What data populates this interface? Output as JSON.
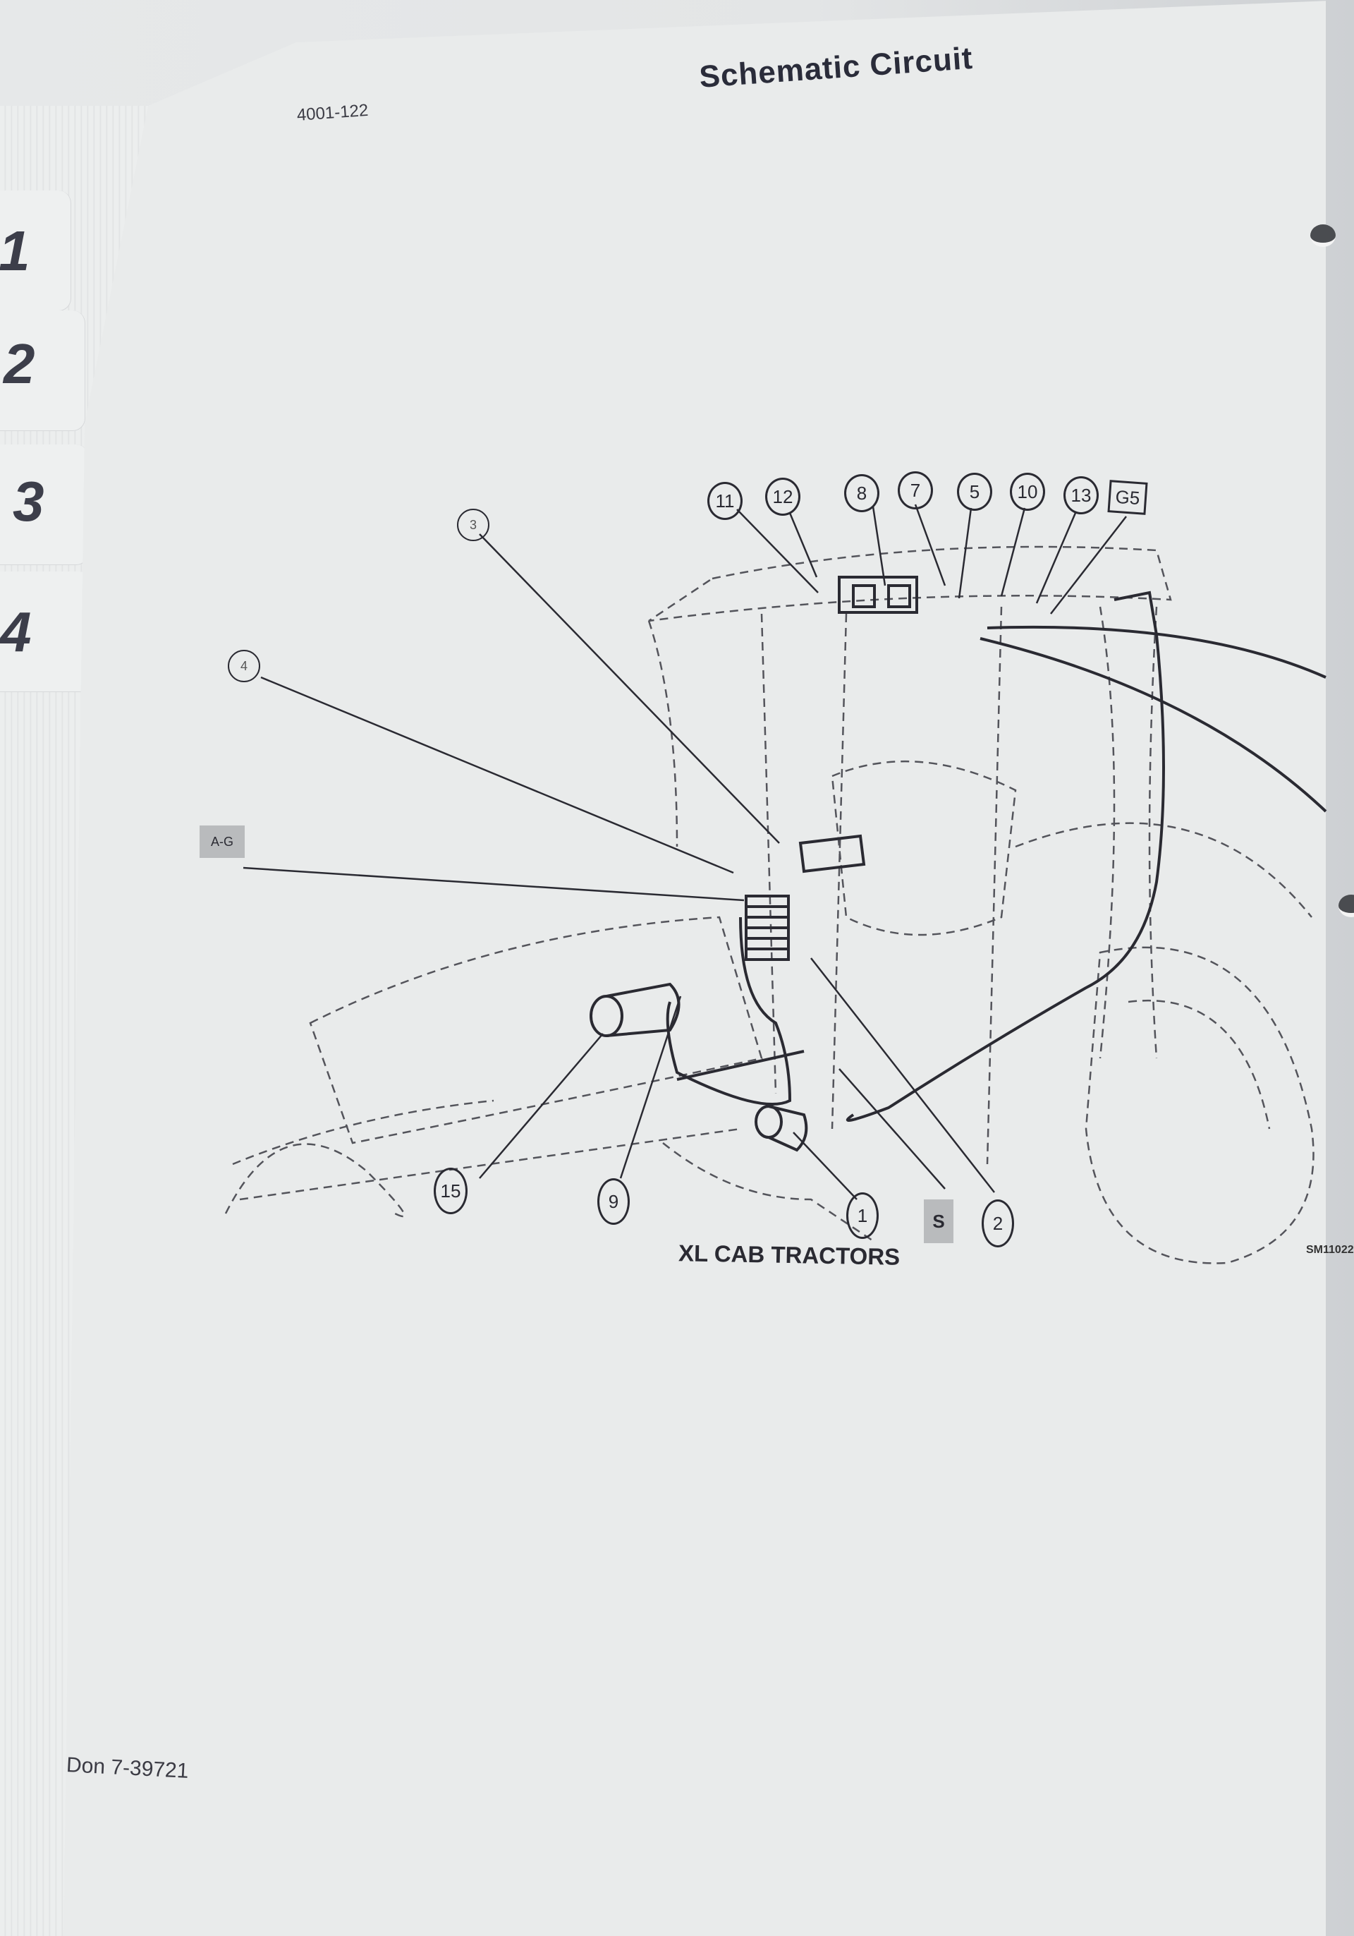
{
  "document": {
    "header_code": "4001-122",
    "title": "Schematic Circuit",
    "footer_code": "Don 7-39721"
  },
  "section_tabs": [
    {
      "label": "1"
    },
    {
      "label": "2"
    },
    {
      "label": "3"
    },
    {
      "label": "4"
    }
  ],
  "figure": {
    "caption": "XL CAB TRACTORS",
    "figure_id": "SM11022",
    "top_callouts": [
      {
        "label": "11"
      },
      {
        "label": "12"
      },
      {
        "label": "8"
      },
      {
        "label": "7"
      },
      {
        "label": "5"
      },
      {
        "label": "10"
      },
      {
        "label": "13"
      },
      {
        "label": "G5",
        "shape": "box"
      }
    ],
    "left_callouts": [
      {
        "label": "3"
      },
      {
        "label": "4"
      },
      {
        "label": "A-G",
        "shape": "shaded-box"
      }
    ],
    "bottom_callouts": [
      {
        "label": "15"
      },
      {
        "label": "9"
      },
      {
        "label": "1"
      },
      {
        "label": "S",
        "shape": "shaded-box"
      },
      {
        "label": "2"
      }
    ]
  },
  "colors": {
    "paper": "#e9ebeb",
    "ink": "#2a2a32",
    "shaded_label": "#b9bbbd"
  }
}
